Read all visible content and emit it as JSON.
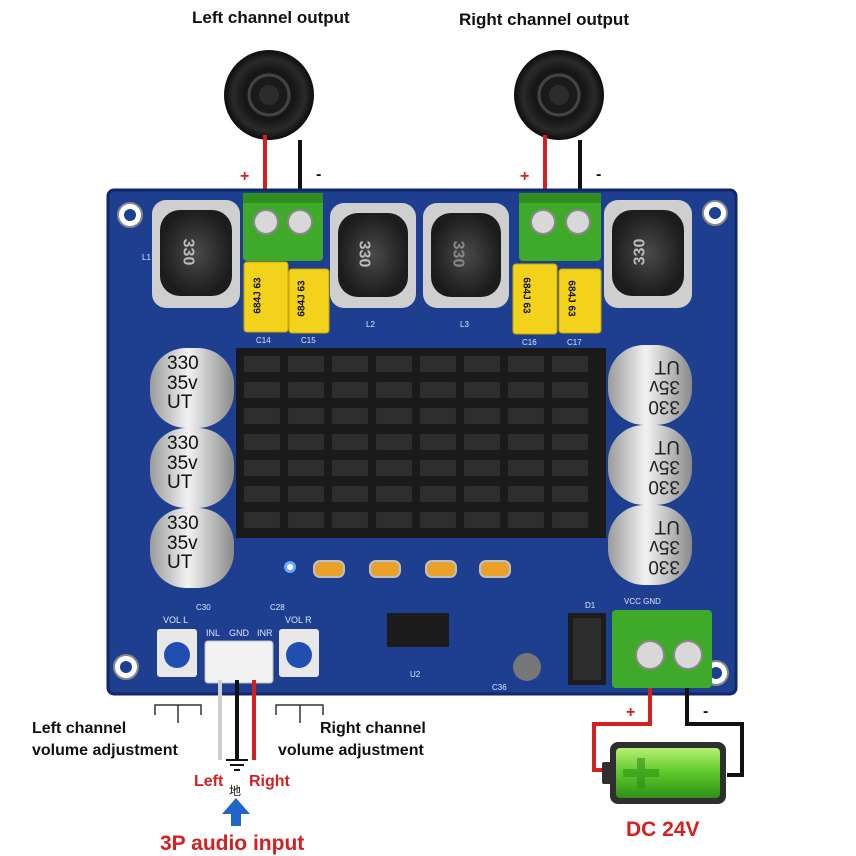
{
  "labels": {
    "left_output": "Left channel output",
    "right_output": "Right channel output",
    "left_volume_line1": "Left channel",
    "left_volume_line2": "volume adjustment",
    "right_volume_line1": "Right channel",
    "right_volume_line2": "volume adjustment",
    "input_left": "Left",
    "input_gnd": "地",
    "input_right": "Right",
    "input_title": "3P audio input",
    "power": "DC 24V"
  },
  "polarity": {
    "plus": "+",
    "minus": "-"
  },
  "board": {
    "inductor_marking": "330",
    "capacitor_lines": [
      "330",
      "35v",
      "UT"
    ],
    "film_cap_marking": "684J 63",
    "silk": {
      "l1": "L1",
      "l2": "L2",
      "l3": "L3",
      "c14": "C14",
      "c15": "C15",
      "c16": "C16",
      "c17": "C17",
      "vol_l": "VOL L",
      "vol_r": "VOL R",
      "inl": "INL",
      "gnd": "GND",
      "inr": "INR",
      "vcc_gnd": "VCC GND",
      "u2": "U2",
      "d1": "D1",
      "c30": "C30",
      "c28": "C28",
      "c36": "C36"
    }
  },
  "colors": {
    "board": "#1e3f8f",
    "heatsink": "#1a1a1a",
    "terminal": "#3faa2a",
    "film_cap": "#f2d21b",
    "wire_red": "#d42020",
    "battery_green": "#6ccf2e",
    "arrow_blue": "#1f66c8"
  }
}
